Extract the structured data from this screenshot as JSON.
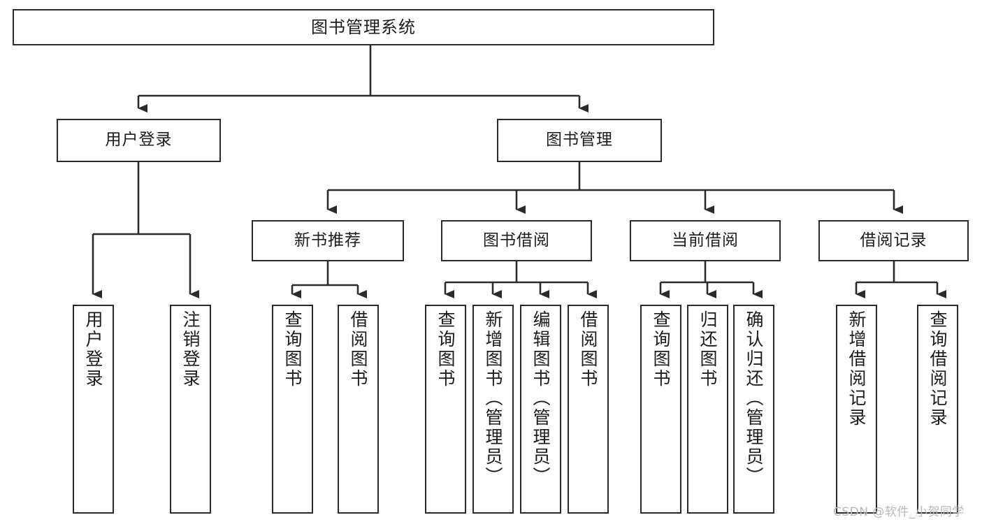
{
  "diagram": {
    "title": "图书管理系统",
    "type": "tree-hierarchy-diagram",
    "colors": {
      "box_border": "#2b2b2b",
      "box_fill": "#ffffff",
      "edge": "#2b2b2b",
      "background": "#ffffff",
      "watermark": "#b9b9b9"
    },
    "root": {
      "label": "图书管理系统"
    },
    "level1": [
      {
        "label": "用户登录"
      },
      {
        "label": "图书管理"
      }
    ],
    "level2": [
      {
        "label": "新书推荐"
      },
      {
        "label": "图书借阅"
      },
      {
        "label": "当前借阅"
      },
      {
        "label": "借阅记录"
      }
    ],
    "leaves": {
      "user_login": [
        {
          "label": "用户登录"
        },
        {
          "label": "注销登录"
        }
      ],
      "new_book_recommend": [
        {
          "label": "查询图书"
        },
        {
          "label": "借阅图书"
        }
      ],
      "book_borrow": [
        {
          "label": "查询图书"
        },
        {
          "label": "新增图书（管理员）"
        },
        {
          "label": "编辑图书（管理员）"
        },
        {
          "label": "借阅图书"
        }
      ],
      "current_borrow": [
        {
          "label": "查询图书"
        },
        {
          "label": "归还图书"
        },
        {
          "label": "确认归还（管理员）"
        }
      ],
      "borrow_record": [
        {
          "label": "新增借阅记录"
        },
        {
          "label": "查询借阅记录"
        }
      ]
    }
  },
  "watermark": {
    "text": "CSDN @软件_小贺同学"
  }
}
